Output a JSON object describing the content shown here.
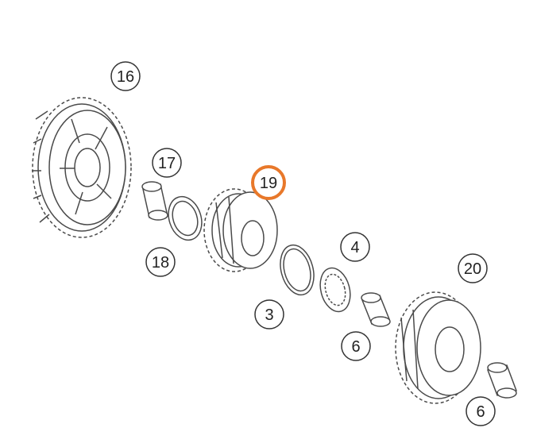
{
  "callouts": [
    {
      "id": "c16",
      "label": "16",
      "highlight": false
    },
    {
      "id": "c17",
      "label": "17",
      "highlight": false
    },
    {
      "id": "c19",
      "label": "19",
      "highlight": true
    },
    {
      "id": "c18",
      "label": "18",
      "highlight": false
    },
    {
      "id": "c4",
      "label": "4",
      "highlight": false
    },
    {
      "id": "c20",
      "label": "20",
      "highlight": false
    },
    {
      "id": "c3",
      "label": "3",
      "highlight": false
    },
    {
      "id": "c6a",
      "label": "6",
      "highlight": false
    },
    {
      "id": "c6b",
      "label": "6",
      "highlight": false
    }
  ],
  "colors": {
    "line": "#4a4a4a",
    "callout_border": "#333333",
    "highlight": "#e8782a",
    "background": "#ffffff"
  },
  "icons": [
    "gear-16",
    "bushing-17",
    "washer-18",
    "gear-19",
    "snap-ring-3",
    "splined-washer-4",
    "bushing-6",
    "gear-20",
    "bushing-6"
  ]
}
